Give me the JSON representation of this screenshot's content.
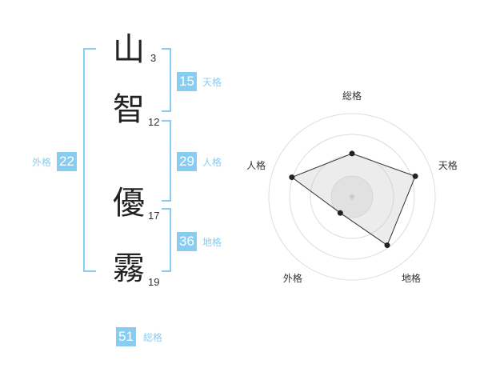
{
  "name": {
    "chars": [
      {
        "char": "山",
        "strokes": "3"
      },
      {
        "char": "智",
        "strokes": "12"
      },
      {
        "char": "優",
        "strokes": "17"
      },
      {
        "char": "霧",
        "strokes": "19"
      }
    ]
  },
  "grids": {
    "tenkaku": {
      "value": "15",
      "label": "天格"
    },
    "jinkaku": {
      "value": "29",
      "label": "人格"
    },
    "chikaku": {
      "value": "36",
      "label": "地格"
    },
    "gaikaku": {
      "value": "22",
      "label": "外格"
    },
    "soukaku": {
      "value": "51",
      "label": "総格"
    }
  },
  "colors": {
    "accent": "#88ccf1",
    "text": "#222222"
  },
  "chart_data": {
    "type": "radar",
    "axes": [
      "総格",
      "天格",
      "地格",
      "外格",
      "人格"
    ],
    "values": [
      2.6,
      4.0,
      3.6,
      1.2,
      3.8
    ],
    "rmax": 5,
    "rings": 4
  }
}
